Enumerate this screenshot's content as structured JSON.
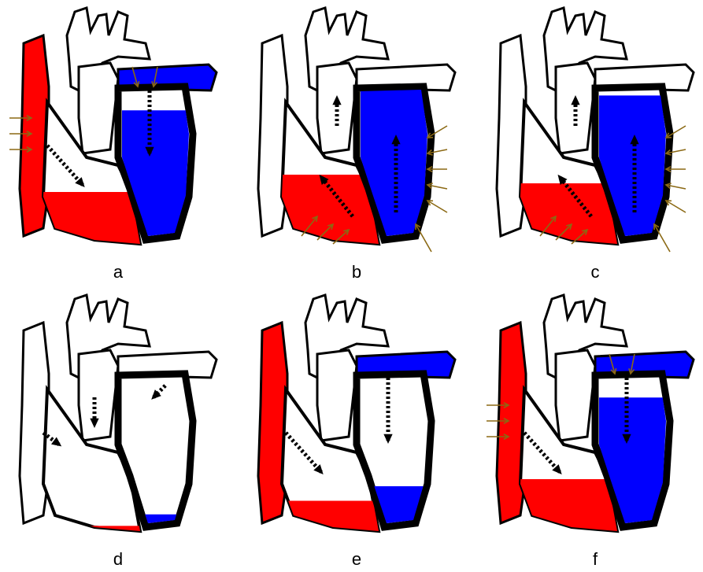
{
  "colors": {
    "oxygen_poor": "#ff0000",
    "oxygen_rich": "#0000ff",
    "outline": "#000000",
    "pressure_arrow": "#8b6914",
    "flow_arrow": "#000000"
  },
  "panels": [
    {
      "id": "a",
      "label": "a",
      "vena_cava": "red",
      "right_atrium": "red",
      "right_ventricle_fill": 0.6,
      "pulmonary_vein": "blue",
      "left_atrium": "blue",
      "left_ventricle_fill": 0.85,
      "arterial_fill": "none",
      "pressure_arrows": [
        "vena-cava",
        "pulmonary-vein"
      ],
      "valves": "av-open"
    },
    {
      "id": "b",
      "label": "b",
      "vena_cava": "white",
      "right_atrium": "white",
      "right_ventricle_fill": 0.8,
      "pulmonary_vein": "white",
      "left_atrium": "white",
      "left_ventricle_fill": 1.0,
      "arterial_fill": "none",
      "pressure_arrows": [
        "right-ventricle",
        "left-ventricle"
      ],
      "valves": "semilunar-open"
    },
    {
      "id": "c",
      "label": "c",
      "vena_cava": "white",
      "right_atrium": "white",
      "right_ventricle_fill": 0.7,
      "pulmonary_vein": "white",
      "left_atrium": "white",
      "left_ventricle_fill": 0.95,
      "arterial_fill": "partial",
      "pressure_arrows": [
        "right-ventricle",
        "left-ventricle"
      ],
      "valves": "semilunar-open"
    },
    {
      "id": "d",
      "label": "d",
      "vena_cava": "white",
      "right_atrium": "white",
      "right_ventricle_fill": 0.06,
      "pulmonary_vein": "white",
      "left_atrium": "white",
      "left_ventricle_fill": 0.06,
      "arterial_fill": "none",
      "pressure_arrows": [],
      "valves": "closed"
    },
    {
      "id": "e",
      "label": "e",
      "vena_cava": "red",
      "right_atrium": "red",
      "right_ventricle_fill": 0.35,
      "pulmonary_vein": "blue",
      "left_atrium": "blue",
      "left_ventricle_fill": 0.25,
      "arterial_fill": "none",
      "pressure_arrows": [],
      "valves": "av-open"
    },
    {
      "id": "f",
      "label": "f",
      "vena_cava": "red",
      "right_atrium": "red",
      "right_ventricle_fill": 0.6,
      "pulmonary_vein": "blue",
      "left_atrium": "blue",
      "left_ventricle_fill": 0.85,
      "arterial_fill": "none",
      "pressure_arrows": [
        "vena-cava",
        "pulmonary-vein"
      ],
      "valves": "av-open"
    }
  ]
}
